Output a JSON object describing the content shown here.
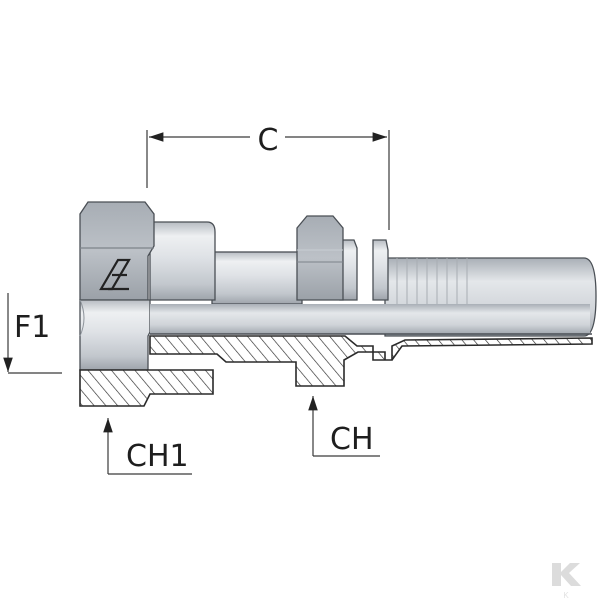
{
  "labels": {
    "c": "C",
    "f1": "F1",
    "ch1": "CH1",
    "ch": "CH"
  },
  "colors": {
    "metal_light": "#e6e9ed",
    "metal_mid": "#c9ced4",
    "metal_dark": "#9aa0a7",
    "outline": "#4a4f55",
    "dimension_line": "#3a3a3a",
    "watermark": "#dcdcdc"
  },
  "watermark_text": "K",
  "icons": {
    "logo": "triangle-logo-icon",
    "watermark": "k-watermark-icon"
  }
}
